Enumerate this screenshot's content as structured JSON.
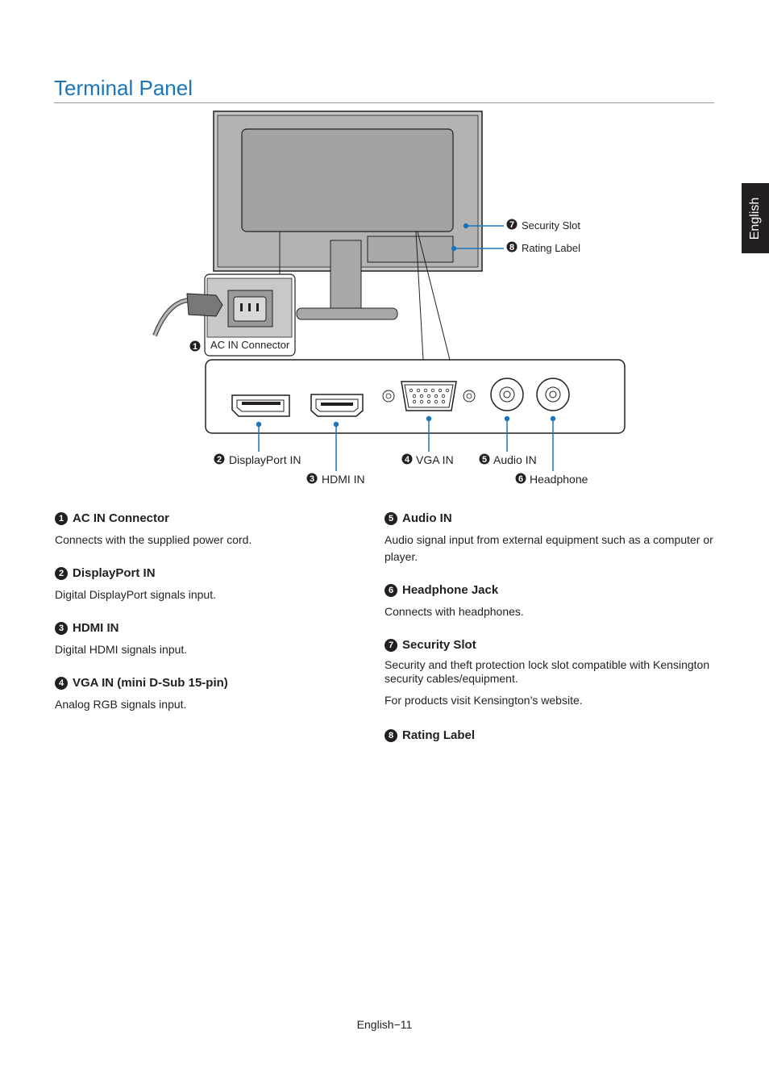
{
  "page": {
    "title": "Terminal Panel",
    "language_tab": "English",
    "footer": "English−11"
  },
  "diagram": {
    "labels": {
      "ac_in": "AC IN Connector",
      "displayport": "DisplayPort IN",
      "hdmi": "HDMI IN",
      "vga": "VGA IN",
      "audio": "Audio IN",
      "headphone": "Headphone",
      "security": "Security Slot",
      "rating": "Rating Label"
    },
    "numbers": [
      "1",
      "2",
      "3",
      "4",
      "5",
      "6",
      "7",
      "8"
    ],
    "accent_color": "#1a75bc"
  },
  "items": [
    {
      "num": "1",
      "title": "AC IN Connector",
      "text": [
        "Connects with the supplied power cord."
      ]
    },
    {
      "num": "2",
      "title": "DisplayPort IN",
      "text": [
        "Digital DisplayPort signals input."
      ]
    },
    {
      "num": "3",
      "title": "HDMI IN",
      "text": [
        "Digital HDMI signals input."
      ]
    },
    {
      "num": "4",
      "title": "VGA IN (mini D-Sub 15-pin)",
      "text": [
        "Analog RGB signals input."
      ]
    },
    {
      "num": "5",
      "title": "Audio IN",
      "text": [
        "Audio signal input from external equipment such as a computer or player."
      ]
    },
    {
      "num": "6",
      "title": "Headphone Jack",
      "text": [
        "Connects with headphones."
      ]
    },
    {
      "num": "7",
      "title": "Security Slot",
      "text": [
        "Security and theft protection lock slot compatible with Kensington security cables/equipment.",
        "For products visit Kensington’s website."
      ]
    },
    {
      "num": "8",
      "title": "Rating Label",
      "text": []
    }
  ]
}
